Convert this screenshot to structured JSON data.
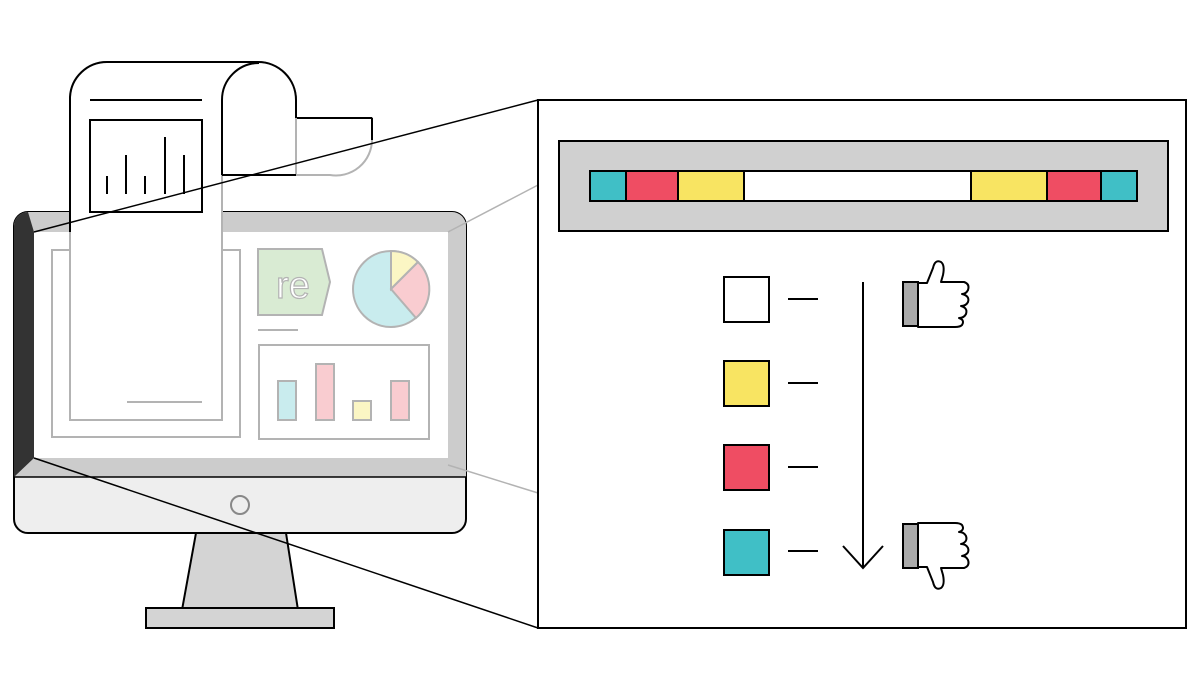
{
  "illustration": {
    "monitor_badge_text": "re",
    "colors": {
      "outline": "#000000",
      "faded_outline": "#b3b3b3",
      "monitor_bezel_dark": "#333333",
      "monitor_gray": "#cccccc",
      "monitor_chin": "#eeeeee",
      "stand_gray": "#d4d4d4",
      "panel_gray": "#d0d0d0",
      "badge_green": "#d9ebd3",
      "faded_pink": "#f9ccd0",
      "faded_teal": "#c9ecee",
      "faded_yellow": "#fbf6c4"
    },
    "color_strip": [
      {
        "color_name": "teal",
        "hex": "#40bfc6"
      },
      {
        "color_name": "red",
        "hex": "#ef4d63"
      },
      {
        "color_name": "yellow",
        "hex": "#f8e462"
      },
      {
        "color_name": "white",
        "hex": "#ffffff"
      },
      {
        "color_name": "yellow",
        "hex": "#f8e462"
      },
      {
        "color_name": "red",
        "hex": "#ef4d63"
      },
      {
        "color_name": "teal",
        "hex": "#40bfc6"
      }
    ],
    "legend": [
      {
        "color_name": "white",
        "hex": "#ffffff"
      },
      {
        "color_name": "yellow",
        "hex": "#f8e462"
      },
      {
        "color_name": "red",
        "hex": "#ef4d63"
      },
      {
        "color_name": "teal",
        "hex": "#40bfc6"
      }
    ],
    "scale_ends": {
      "top": "thumbs-up-icon",
      "bottom": "thumbs-down-icon"
    },
    "icons": [
      "monitor-icon",
      "receipt-scroll-icon",
      "thumbs-up-icon",
      "thumbs-down-icon",
      "down-arrow-icon"
    ]
  }
}
